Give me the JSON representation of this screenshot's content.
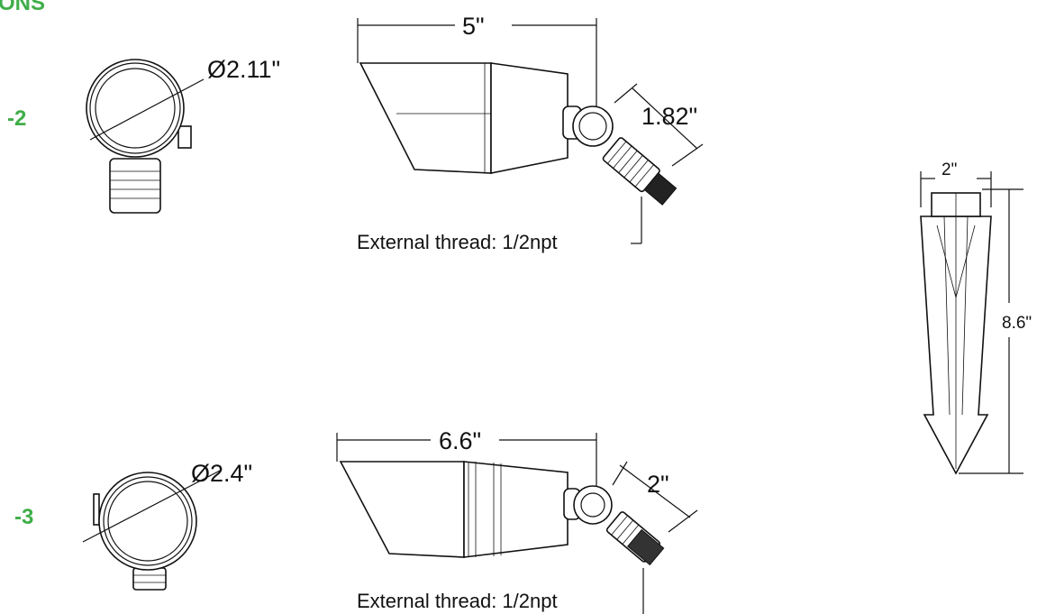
{
  "header": {
    "title_fragment": "ONS"
  },
  "models": [
    {
      "suffix": "-2",
      "diameter": "Ø2.11\"",
      "length": "5\"",
      "neck": "1.82\"",
      "thread_note": "External thread: 1/2npt"
    },
    {
      "suffix": "-3",
      "diameter": "Ø2.4\"",
      "length": "6.6\"",
      "neck": "2\"",
      "thread_note": "External thread: 1/2npt"
    }
  ],
  "stake": {
    "width": "2\"",
    "height": "8.6\""
  },
  "colors": {
    "accent": "#3fae49",
    "line": "#111111"
  }
}
